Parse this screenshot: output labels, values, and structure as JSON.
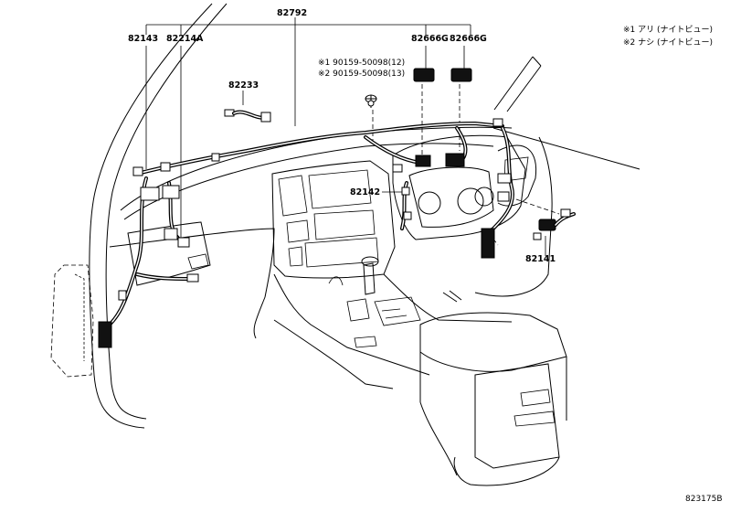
{
  "labels": {
    "harness_assy": "82792",
    "p82143": "82143",
    "p82214a": "82214A",
    "p82233": "82233",
    "p82666g_1": "82666G",
    "p82666g_2": "82666G",
    "p82142": "82142",
    "p82141": "82141",
    "bolt_spec_1": "※1 90159-50098(12)",
    "bolt_spec_2": "※2 90159-50098(13)"
  },
  "notes": {
    "note_1": "※1 アリ (ナイトビュー)",
    "note_2": "※2 ナシ (ナイトビュー)"
  },
  "figure_code": "823175B"
}
